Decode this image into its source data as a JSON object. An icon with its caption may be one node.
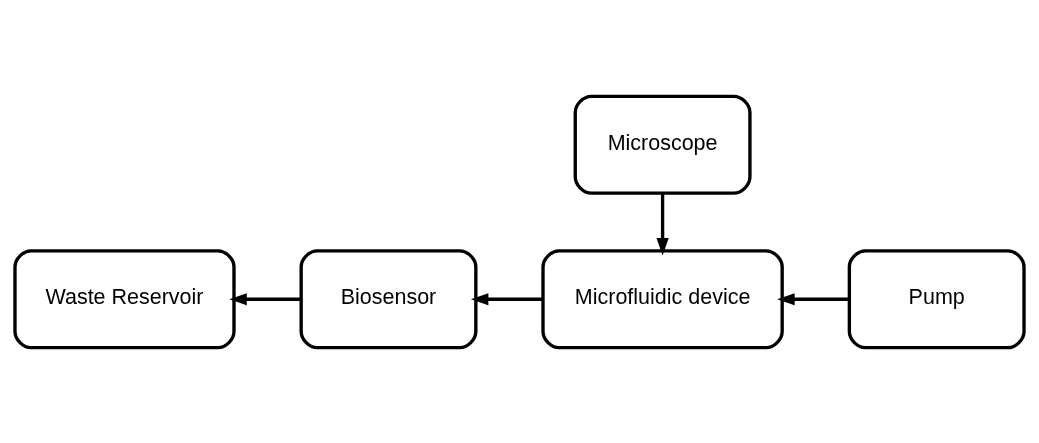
{
  "diagram": {
    "nodes": [
      {
        "text": [
          "Microscope"
        ]
      },
      {
        "text": [
          "Biosensor"
        ]
      },
      {
        "text": [
          "Microfluidic device"
        ]
      },
      {
        "text": [
          "Pump"
        ]
      },
      {
        "text": [
          "Waste Reservoir"
        ]
      }
    ],
    "edges": [
      {
        "from": 0,
        "to": 2,
        "arrow": "to"
      },
      {
        "from": 3,
        "to": 2,
        "arrow": "to"
      },
      {
        "from": 2,
        "to": 1,
        "arrow": "to"
      },
      {
        "from": 1,
        "to": 4,
        "arrow": "to"
      }
    ]
  }
}
